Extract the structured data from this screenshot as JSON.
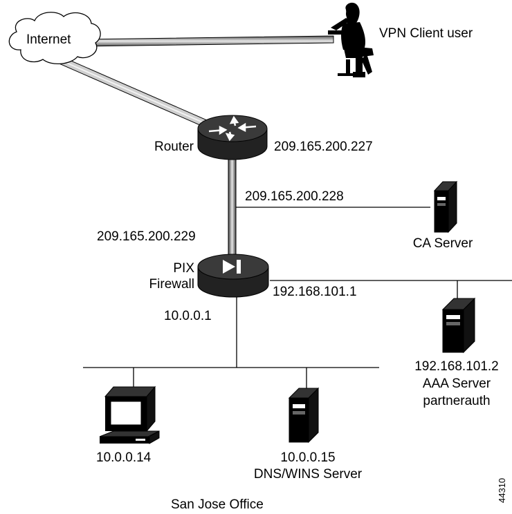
{
  "labels": {
    "internet": "Internet",
    "vpn_client": "VPN Client user",
    "router": "Router",
    "router_ip": "209.165.200.227",
    "subnet_ip": "209.165.200.228",
    "pix_outside_ip": "209.165.200.229",
    "ca_server": "CA Server",
    "pix": "PIX",
    "firewall": "Firewall",
    "pix_dmz_ip": "192.168.101.1",
    "pix_inside_ip": "10.0.0.1",
    "aaa_ip": "192.168.101.2",
    "aaa_name": "AAA Server",
    "aaa_host": "partnerauth",
    "pc_ip": "10.0.0.14",
    "dns_ip": "10.0.0.15",
    "dns_name": "DNS/WINS Server",
    "office": "San Jose Office",
    "figure_id": "44310"
  }
}
